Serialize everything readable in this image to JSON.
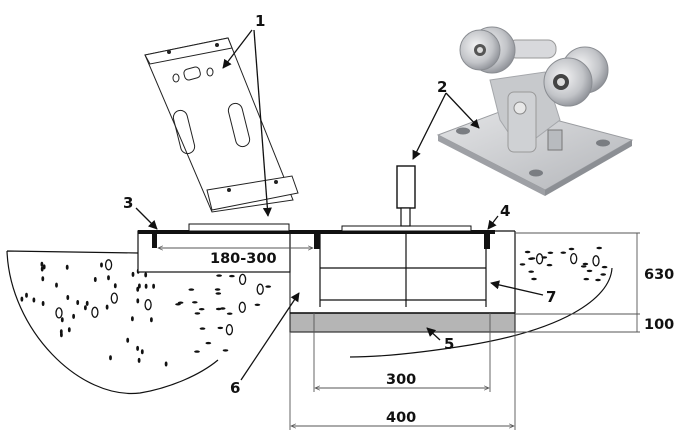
{
  "title": "Sliding gate carriage foundation installation diagram",
  "colors": {
    "line": "#111111",
    "dim_line": "#555555",
    "concrete_slab": "#b5b5b5",
    "metal_light": "#d9dadc",
    "metal_mid": "#b7b9bd",
    "metal_dark": "#7d8086"
  },
  "callouts": [
    {
      "id": "1",
      "label": "1"
    },
    {
      "id": "2",
      "label": "2"
    },
    {
      "id": "3",
      "label": "3"
    },
    {
      "id": "4",
      "label": "4"
    },
    {
      "id": "5",
      "label": "5"
    },
    {
      "id": "6",
      "label": "6"
    },
    {
      "id": "7",
      "label": "7"
    }
  ],
  "dimensions": {
    "gap": "180-300",
    "inner_width": "300",
    "outer_width": "400",
    "depth": "630",
    "slab_thickness": "100"
  },
  "icons": {
    "bracket": "mounting-plate-icon",
    "carriage": "roller-carriage-icon"
  }
}
